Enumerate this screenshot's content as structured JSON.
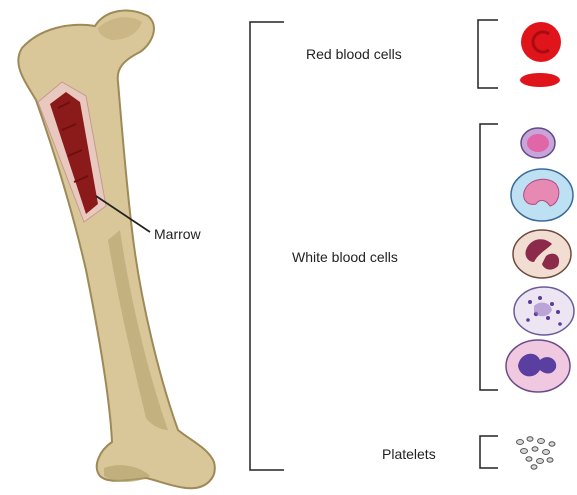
{
  "labels": {
    "marrow": "Marrow",
    "red_blood_cells": "Red blood cells",
    "white_blood_cells": "White blood cells",
    "platelets": "Platelets"
  },
  "colors": {
    "bone": "#d9c79a",
    "bone_shadow": "#b39f6c",
    "marrow": "#8b1a1a",
    "red_cell": "#e0141b",
    "line": "#222222"
  },
  "icons": [
    "femur-bone",
    "red-blood-cell",
    "white-blood-cell",
    "platelet-cluster"
  ]
}
